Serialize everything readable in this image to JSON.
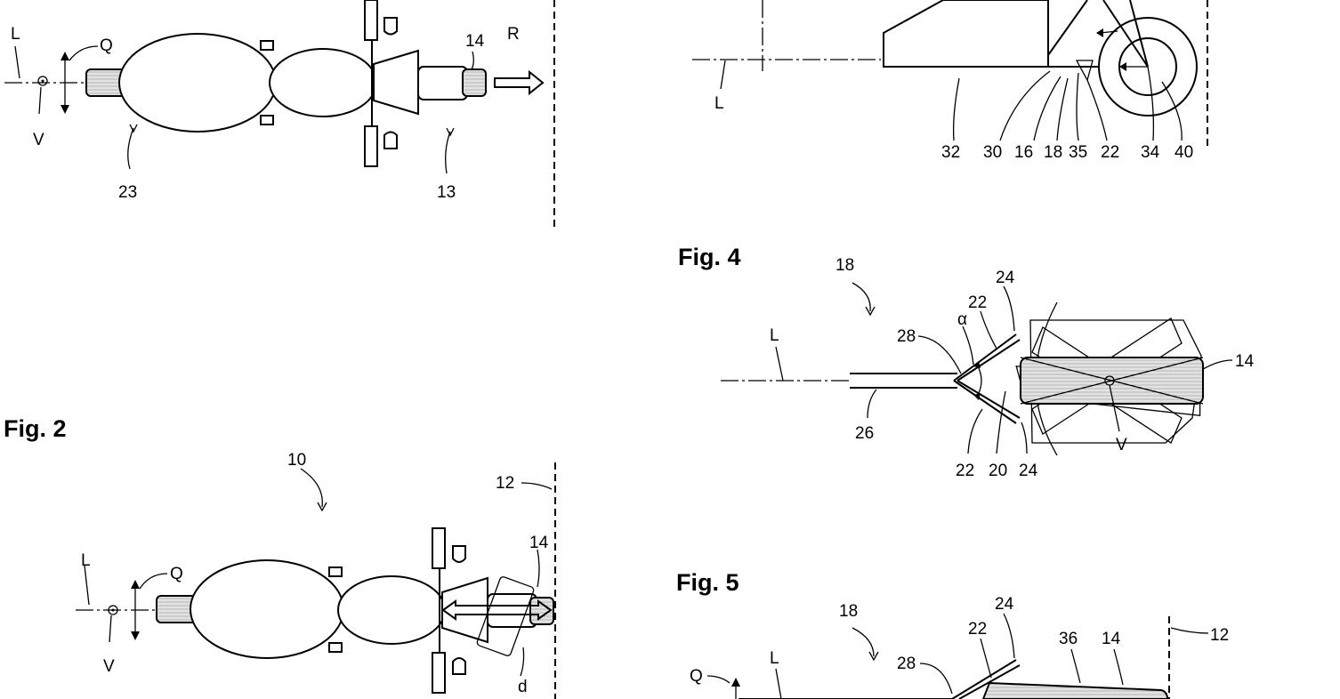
{
  "figures": {
    "fig2": {
      "title": "Fig. 2",
      "refs": {
        "r10": "10",
        "r12": "12",
        "r14": "14",
        "rL": "L",
        "rQ": "Q",
        "rV": "V",
        "rd": "d"
      }
    },
    "fig4": {
      "title": "Fig. 4",
      "refs": {
        "r18": "18",
        "r24a": "24",
        "r22a": "22",
        "r28": "28",
        "alpha": "α",
        "rL": "L",
        "r26": "26",
        "r22b": "22",
        "r20": "20",
        "r24b": "24",
        "r14": "14",
        "rV": "V"
      }
    },
    "fig5": {
      "title": "Fig. 5",
      "refs": {
        "r18": "18",
        "r24": "24",
        "r22": "22",
        "r36": "36",
        "r14": "14",
        "r12": "12",
        "r28": "28",
        "rL": "L",
        "rQ": "Q"
      }
    },
    "fig1": {
      "refs": {
        "rL": "L",
        "rQ": "Q",
        "rV": "V",
        "r14": "14",
        "rR": "R",
        "r23": "23",
        "r13": "13"
      }
    },
    "fig3": {
      "refs": {
        "rL": "L",
        "r32": "32",
        "r30": "30",
        "r16": "16",
        "r18": "18",
        "r35": "35",
        "r22": "22",
        "r34": "34",
        "r40": "40"
      }
    }
  }
}
